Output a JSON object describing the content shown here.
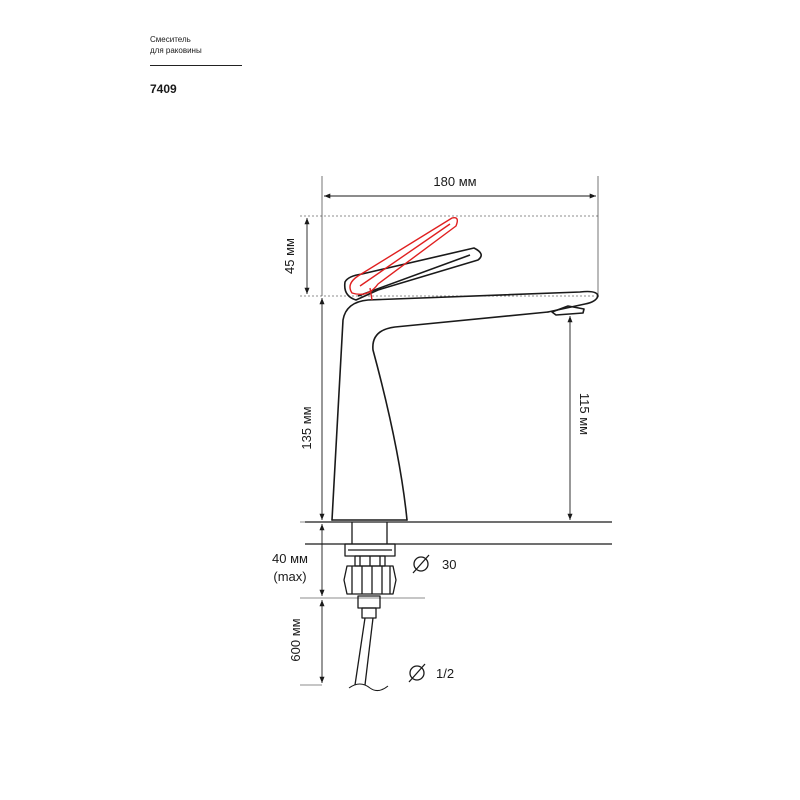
{
  "header": {
    "subtitle_line1": "Смеситель",
    "subtitle_line2": "для раковины",
    "model": "7409"
  },
  "dimensions": {
    "width": "180 мм",
    "lever_height": "45 мм",
    "body_height": "135 мм",
    "spout_height": "115 мм",
    "mount_depth": "40 мм",
    "mount_depth_note": "(max)",
    "hose_length": "600 мм",
    "hole_diameter": "30",
    "thread_size": "1/2"
  },
  "colors": {
    "line": "#1a1a1a",
    "lever_open": "#e02020"
  }
}
